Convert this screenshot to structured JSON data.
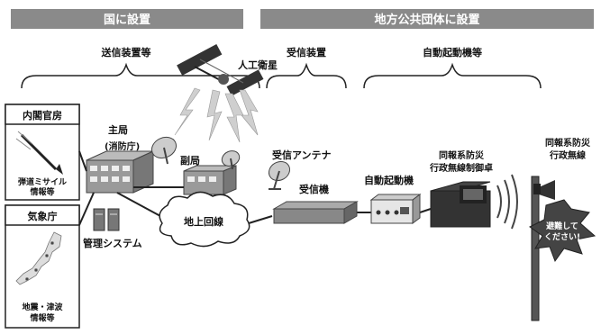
{
  "banners": {
    "national": "国に設置",
    "local": "地方公共団体に設置"
  },
  "groups": {
    "transmitter": "送信装置等",
    "receiver": "受信装置",
    "auto_start": "自動起動機等"
  },
  "nodes": {
    "cabinet_office": "内閣官房",
    "missile_info_1": "弾道ミサイル",
    "missile_info_2": "情報等",
    "jma": "気象庁",
    "quake_info_1": "地震・津波",
    "quake_info_2": "情報等",
    "main_station": "主局",
    "fdma": "(消防庁)",
    "sub_station": "副局",
    "satellite": "人工衛星",
    "management": "管理システム",
    "ground_line": "地上回線",
    "antenna": "受信アンテナ",
    "receiver_unit": "受信機",
    "auto_starter": "自動起動機",
    "console_1": "同報系防災",
    "console_2": "行政無線制御卓",
    "outdoor_1": "同報系防災",
    "outdoor_2": "行政無線",
    "alert_1": "避難して",
    "alert_2": "ください!"
  },
  "colors": {
    "banner": "#8a8a8a",
    "frame": "#222222",
    "cloud": "#ffffff"
  }
}
